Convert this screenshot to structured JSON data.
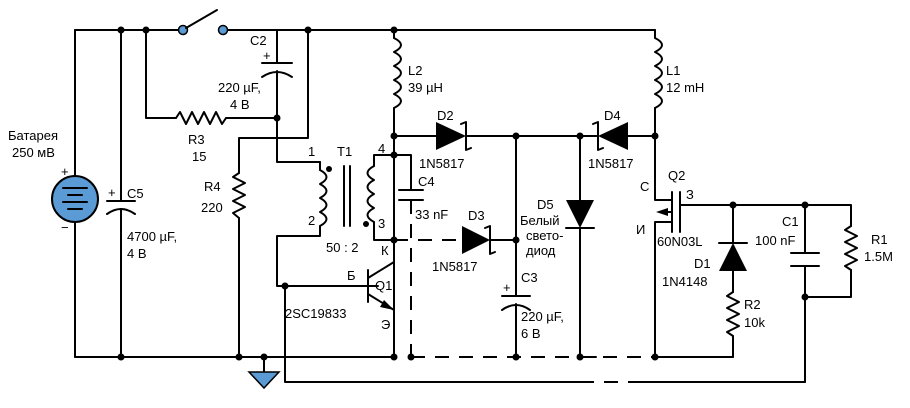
{
  "battery": {
    "name": "Батарея",
    "value": "250 мВ",
    "plus": "+",
    "minus": "−"
  },
  "c5": {
    "name": "C5",
    "value1": "4700 µF,",
    "value2": "4 В",
    "plus": "+"
  },
  "c2": {
    "name": "C2",
    "value1": "220 µF,",
    "value2": "4 В",
    "plus": "+"
  },
  "r3": {
    "name": "R3",
    "value": "15"
  },
  "r4": {
    "name": "R4",
    "value": "220"
  },
  "t1": {
    "name": "T1",
    "ratio": "50 : 2",
    "pin1": "1",
    "pin2": "2",
    "pin3": "3",
    "pin4": "4"
  },
  "l2": {
    "name": "L2",
    "value": "39 µH"
  },
  "l1": {
    "name": "L1",
    "value": "12 mH"
  },
  "c4": {
    "name": "C4",
    "value": "33 nF"
  },
  "d2": {
    "name": "D2",
    "value": "1N5817"
  },
  "d3": {
    "name": "D3",
    "value": "1N5817"
  },
  "d4": {
    "name": "D4",
    "value": "1N5817"
  },
  "d5": {
    "name": "D5",
    "line1": "Белый",
    "line2": "свето-",
    "line3": "диод"
  },
  "c3": {
    "name": "C3",
    "value1": "220 µF,",
    "value2": "6 В",
    "plus": "+"
  },
  "q1": {
    "name": "Q1",
    "part": "2SC19833",
    "base": "Б",
    "collector": "К",
    "emitter": "Э"
  },
  "q2": {
    "name": "Q2",
    "part": "60N03L",
    "source": "С",
    "gate": "З",
    "drain": "И"
  },
  "d1": {
    "name": "D1",
    "value": "1N4148"
  },
  "r2": {
    "name": "R2",
    "value": "10k"
  },
  "c1": {
    "name": "C1",
    "value": "100 nF"
  },
  "r1": {
    "name": "R1",
    "value": "1.5M"
  }
}
